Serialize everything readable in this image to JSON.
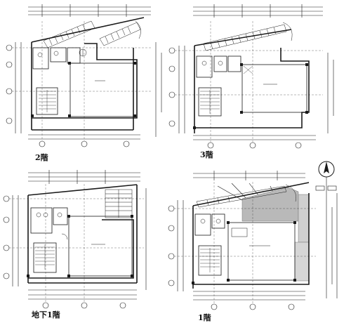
{
  "floors": [
    {
      "id": "f2",
      "label": "2階"
    },
    {
      "id": "f3",
      "label": "3階"
    },
    {
      "id": "fb1",
      "label": "地下1階"
    },
    {
      "id": "f1",
      "label": "1階"
    }
  ],
  "colors": {
    "ink": "#1a1a1a",
    "hatch": "#9a9a9a",
    "paper": "#ffffff"
  },
  "icons": [
    "north-arrow-icon",
    "stair-icon",
    "column-icon",
    "grid-bubble-icon",
    "toilet-icon"
  ]
}
